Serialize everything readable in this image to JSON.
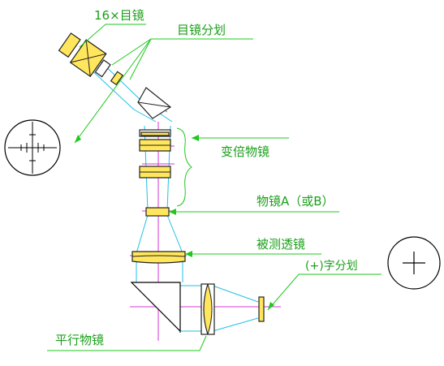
{
  "labels": {
    "eyepiece": "16×目镜",
    "reticle": "目镜分划",
    "zoom_objective": "变倍物镜",
    "objective": "物镜A（或B）",
    "lens_under_test": "被测透镜",
    "cross_reticle": "(+)字分划",
    "collimator": "平行物镜"
  },
  "colors": {
    "label": "#1a9f1a",
    "leader": "#1ec81e",
    "ray": "#22bfe6",
    "axis": "#d63ad6",
    "lens": "#ffe65c"
  },
  "icons": {
    "eyepiece_view": "reticle-scale-view-icon",
    "cross_view": "crosshair-view-icon"
  }
}
